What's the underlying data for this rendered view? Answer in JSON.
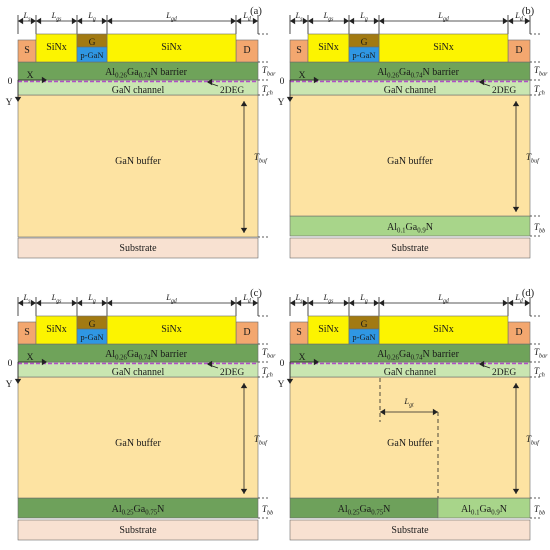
{
  "panels": [
    {
      "id": "a",
      "label": "(a)",
      "top": {
        "source": "S",
        "drain": "D",
        "gate": "G",
        "pgan": "p-GaN",
        "sinx_left": "SiNx",
        "sinx_right": "SiNx"
      },
      "dims": {
        "ls": "L",
        "ls_sub": "s",
        "lgs": "L",
        "lgs_sub": "gs",
        "lg": "L",
        "lg_sub": "g",
        "lgd": "L",
        "lgd_sub": "gd",
        "ld": "L",
        "ld_sub": "d"
      },
      "barrier": {
        "pre": "Al",
        "x": "0.26",
        "mid": "Ga",
        "y": "0.74",
        "post": "N barrier"
      },
      "channel": "GaN channel",
      "deg_label": "2DEG",
      "buffer": "GaN buffer",
      "back_barrier": null,
      "substrate": "Substrate",
      "axes": {
        "origin": "0",
        "x": "X",
        "y": "Y"
      },
      "thick": {
        "tbar": "T",
        "tbar_sub": "bar",
        "tch": "T",
        "tch_sub": "ch",
        "tbuf": "T",
        "tbuf_sub": "buf"
      }
    },
    {
      "id": "b",
      "label": "(b)",
      "top": {
        "source": "S",
        "drain": "D",
        "gate": "G",
        "pgan": "p-GaN",
        "sinx_left": "SiNx",
        "sinx_right": "SiNx"
      },
      "dims": {
        "ls": "L",
        "ls_sub": "s",
        "lgs": "L",
        "lgs_sub": "gs",
        "lg": "L",
        "lg_sub": "g",
        "lgd": "L",
        "lgd_sub": "gd",
        "ld": "L",
        "ld_sub": "d"
      },
      "barrier": {
        "pre": "Al",
        "x": "0.26",
        "mid": "Ga",
        "y": "0.74",
        "post": "N barrier"
      },
      "channel": "GaN channel",
      "deg_label": "2DEG",
      "buffer": "GaN buffer",
      "back_barrier": {
        "pre": "Al",
        "x": "0.1",
        "mid": "Ga",
        "y": "0.9",
        "post": "N"
      },
      "substrate": "Substrate",
      "axes": {
        "origin": "0",
        "x": "X",
        "y": "Y"
      },
      "thick": {
        "tbar": "T",
        "tbar_sub": "bar",
        "tch": "T",
        "tch_sub": "ch",
        "tbuf": "T",
        "tbuf_sub": "buf",
        "tbb": "T",
        "tbb_sub": "bb"
      }
    },
    {
      "id": "c",
      "label": "(c)",
      "top": {
        "source": "S",
        "drain": "D",
        "gate": "G",
        "pgan": "p-GaN",
        "sinx_left": "SiNx",
        "sinx_right": "SiNx"
      },
      "dims": {
        "ls": "L",
        "ls_sub": "s",
        "lgs": "L",
        "lgs_sub": "gs",
        "lg": "L",
        "lg_sub": "g",
        "lgd": "L",
        "lgd_sub": "gd",
        "ld": "L",
        "ld_sub": "d"
      },
      "barrier": {
        "pre": "Al",
        "x": "0.26",
        "mid": "Ga",
        "y": "0.74",
        "post": "N barrier"
      },
      "channel": "GaN channel",
      "deg_label": "2DEG",
      "buffer": "GaN buffer",
      "back_barrier": {
        "pre": "Al",
        "x": "0.25",
        "mid": "Ga",
        "y": "0.75",
        "post": "N"
      },
      "substrate": "Substrate",
      "axes": {
        "origin": "0",
        "x": "X",
        "y": "Y"
      },
      "thick": {
        "tbar": "T",
        "tbar_sub": "bar",
        "tch": "T",
        "tch_sub": "ch",
        "tbuf": "T",
        "tbuf_sub": "buf",
        "tbb": "T",
        "tbb_sub": "bb"
      }
    },
    {
      "id": "d",
      "label": "(d)",
      "top": {
        "source": "S",
        "drain": "D",
        "gate": "G",
        "pgan": "p-GaN",
        "sinx_left": "SiNx",
        "sinx_right": "SiNx"
      },
      "dims": {
        "ls": "L",
        "ls_sub": "s",
        "lgs": "L",
        "lgs_sub": "gs",
        "lg": "L",
        "lg_sub": "g",
        "lgd": "L",
        "lgd_sub": "gd",
        "ld": "L",
        "ld_sub": "d",
        "lgt": "L",
        "lgt_sub": "gt"
      },
      "barrier": {
        "pre": "Al",
        "x": "0.26",
        "mid": "Ga",
        "y": "0.74",
        "post": "N barrier"
      },
      "channel": "GaN channel",
      "deg_label": "2DEG",
      "buffer": "GaN buffer",
      "back_barrier": null,
      "split_back_barrier": [
        {
          "pre": "Al",
          "x": "0.25",
          "mid": "Ga",
          "y": "0.75",
          "post": "N"
        },
        {
          "pre": "Al",
          "x": "0.1",
          "mid": "Ga",
          "y": "0.9",
          "post": "N"
        }
      ],
      "substrate": "Substrate",
      "axes": {
        "origin": "0",
        "x": "X",
        "y": "Y"
      },
      "thick": {
        "tbar": "T",
        "tbar_sub": "bar",
        "tch": "T",
        "tch_sub": "ch",
        "tbuf": "T",
        "tbuf_sub": "buf",
        "tbb": "T",
        "tbb_sub": "bb"
      }
    }
  ],
  "colors": {
    "contact": "#f3a76f",
    "sinx": "#fcf400",
    "gate": "#a27a12",
    "pgan": "#2f97e3",
    "barrier": "#6fa35a",
    "channel": "#c9e6b1",
    "deg": "#b04fc6",
    "buffer": "#fde3a2",
    "back_barrier_25": "#6ea15b",
    "back_barrier_10": "#a8d58a",
    "substrate": "#f8e1d1",
    "line": "#222222"
  }
}
